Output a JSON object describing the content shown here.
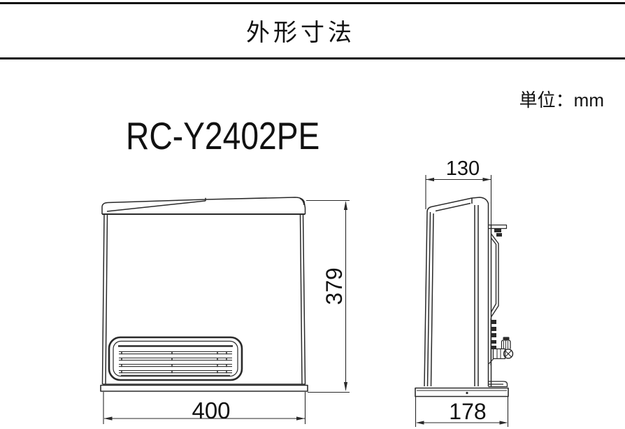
{
  "header": {
    "title": "外形寸法",
    "unit_label": "単位：mm"
  },
  "drawing": {
    "model": "RC-Y2402PE",
    "dimensions": {
      "front_width_mm": "400",
      "front_height_mm": "379",
      "side_depth_top_mm": "130",
      "side_depth_base_mm": "178"
    }
  },
  "colors": {
    "background": "#ffffff",
    "line": "#2a2a2a",
    "text": "#111111",
    "rule": "#111111"
  }
}
